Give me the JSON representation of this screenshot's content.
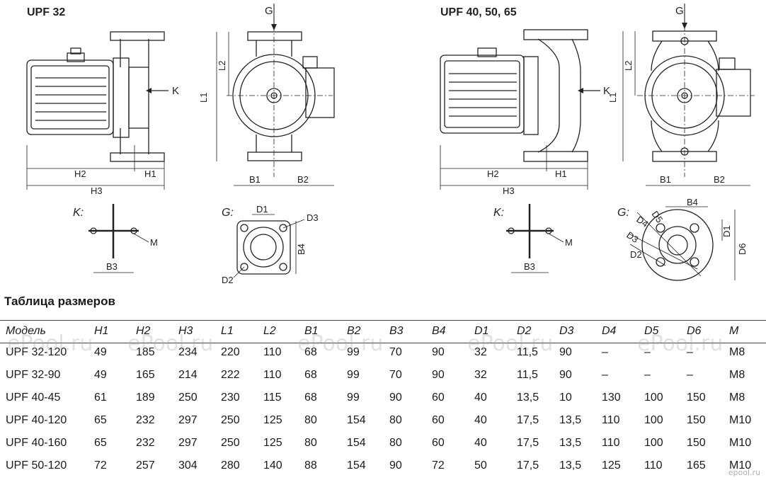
{
  "diagram": {
    "left_title": "UPF 32",
    "right_title": "UPF 40, 50, 65",
    "labels": {
      "g": "G",
      "k": "K",
      "k_view": "K:",
      "g_view": "G:",
      "h1": "H1",
      "h2": "H2",
      "h3": "H3",
      "l1": "L1",
      "l2": "L2",
      "b1": "B1",
      "b2": "B2",
      "b3": "B3",
      "b4": "B4",
      "d1": "D1",
      "d2": "D2",
      "d3": "D3",
      "d4": "D4",
      "d5": "D5",
      "d6": "D6",
      "m": "M"
    }
  },
  "table": {
    "heading": "Таблица размеров",
    "columns": [
      "Модель",
      "H1",
      "H2",
      "H3",
      "L1",
      "L2",
      "B1",
      "B2",
      "B3",
      "B4",
      "D1",
      "D2",
      "D3",
      "D4",
      "D5",
      "D6",
      "M"
    ],
    "rows": [
      [
        "UPF 32-120",
        "49",
        "185",
        "234",
        "220",
        "110",
        "68",
        "99",
        "70",
        "90",
        "32",
        "11,5",
        "90",
        "–",
        "–",
        "–",
        "M8"
      ],
      [
        "UPF 32-90",
        "49",
        "165",
        "214",
        "222",
        "110",
        "68",
        "99",
        "70",
        "90",
        "32",
        "11,5",
        "90",
        "–",
        "–",
        "–",
        "M8"
      ],
      [
        "UPF 40-45",
        "61",
        "189",
        "250",
        "230",
        "115",
        "68",
        "99",
        "90",
        "60",
        "40",
        "13,5",
        "10",
        "130",
        "100",
        "150",
        "M8"
      ],
      [
        "UPF 40-120",
        "65",
        "232",
        "297",
        "250",
        "125",
        "80",
        "154",
        "80",
        "60",
        "40",
        "17,5",
        "13,5",
        "110",
        "100",
        "150",
        "M10"
      ],
      [
        "UPF 40-160",
        "65",
        "232",
        "297",
        "250",
        "125",
        "80",
        "154",
        "80",
        "60",
        "40",
        "17,5",
        "13,5",
        "110",
        "100",
        "150",
        "M10"
      ],
      [
        "UPF 50-120",
        "72",
        "257",
        "304",
        "280",
        "140",
        "88",
        "154",
        "90",
        "72",
        "50",
        "17,5",
        "13,5",
        "125",
        "110",
        "165",
        "M10"
      ]
    ]
  },
  "watermarks": [
    "ePool.ru",
    "ePool.ru",
    "ePool.ru",
    "ePool.ru",
    "ePool.ru"
  ],
  "corner_mark": "epool.ru"
}
